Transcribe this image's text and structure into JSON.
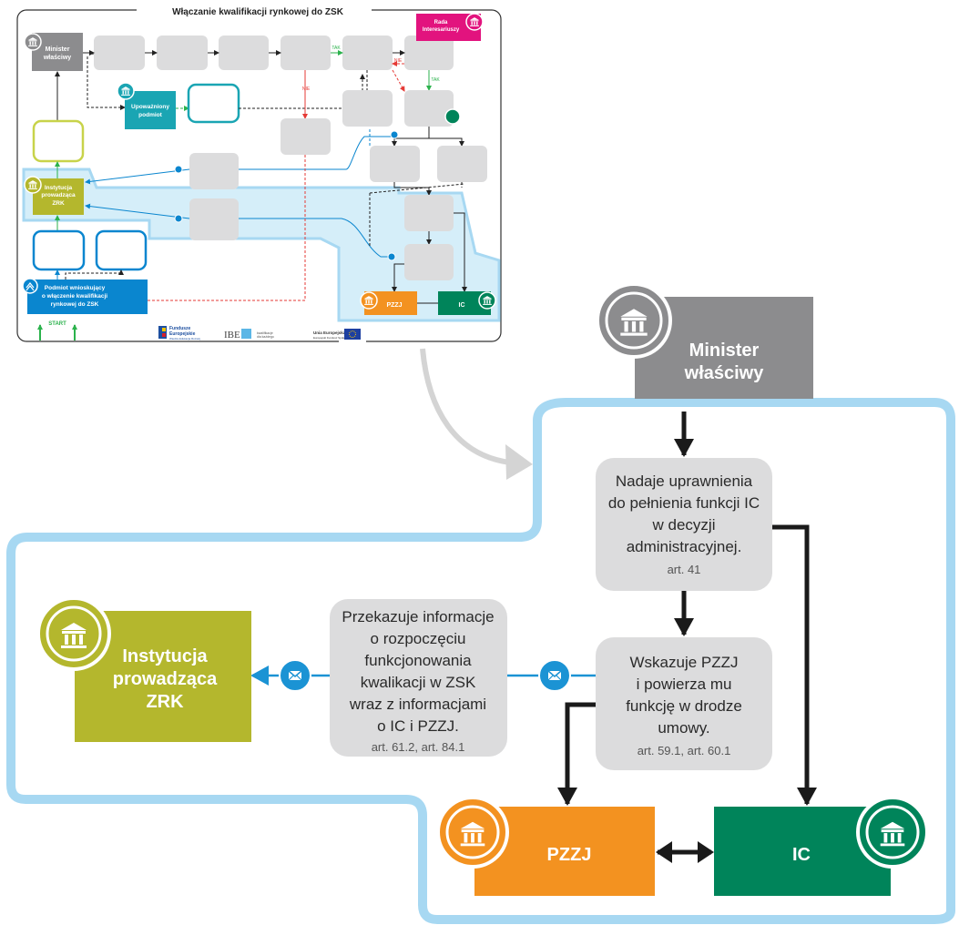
{
  "overview": {
    "title": "Włączanie kwalifikacji rynkowej do ZSK",
    "minister": [
      "Minister",
      "właściwy"
    ],
    "rada": [
      "Rada",
      "Interesariuszy"
    ],
    "upowazniony": [
      "Upoważniony",
      "podmiot"
    ],
    "instytucja": [
      "Instytucja",
      "prowadząca",
      "ZRK"
    ],
    "podmiot": [
      "Podmiot wnioskujący",
      "o włączenie kwalifikacji",
      "rynkowej do ZSK"
    ],
    "start": "START",
    "tak": "TAK",
    "nie": "NIE",
    "pzzj": "PZZJ",
    "ic": "IC",
    "logos": {
      "fundusze": [
        "Fundusze",
        "Europejskie",
        "Wiedza Edukacja Rozwój"
      ],
      "ibe": "IBE",
      "ibe_sub": [
        "kwalifikacje",
        "dla każdego"
      ],
      "ue": [
        "Unia Europejska",
        "Europejski Fundusz Społeczny"
      ]
    }
  },
  "detail": {
    "minister": [
      "Minister",
      "właściwy"
    ],
    "nadaje": [
      "Nadaje uprawnienia",
      "do pełnienia funkcji IC",
      "w decyzji",
      "administracyjnej."
    ],
    "nadaje_ref": "art. 41",
    "wskazuje": [
      "Wskazuje PZZJ",
      "i powierza mu",
      "funkcję w drodze",
      "umowy."
    ],
    "wskazuje_ref": "art. 59.1, art. 60.1",
    "przekazuje": [
      "Przekazuje informacje",
      "o rozpoczęciu",
      "funkcjonowania",
      "kwalikacji w ZSK",
      "wraz z informacjami",
      "o IC i PZZJ."
    ],
    "przekazuje_ref": "art. 61.2, art. 84.1",
    "instytucja": [
      "Instytucja",
      "prowadząca",
      "ZRK"
    ],
    "pzzj": "PZZJ",
    "ic": "IC"
  },
  "colors": {
    "grey_box": "#dcdcdd",
    "minister": "#8c8c8e",
    "olive": "#b4b72d",
    "orange": "#f39220",
    "green": "#00845a",
    "teal": "#1aa5b3",
    "blue": "#0a86cf",
    "magenta": "#e2137e",
    "light_blue": "#a7d8f2",
    "light_blue_fill": "#d5eef9"
  }
}
